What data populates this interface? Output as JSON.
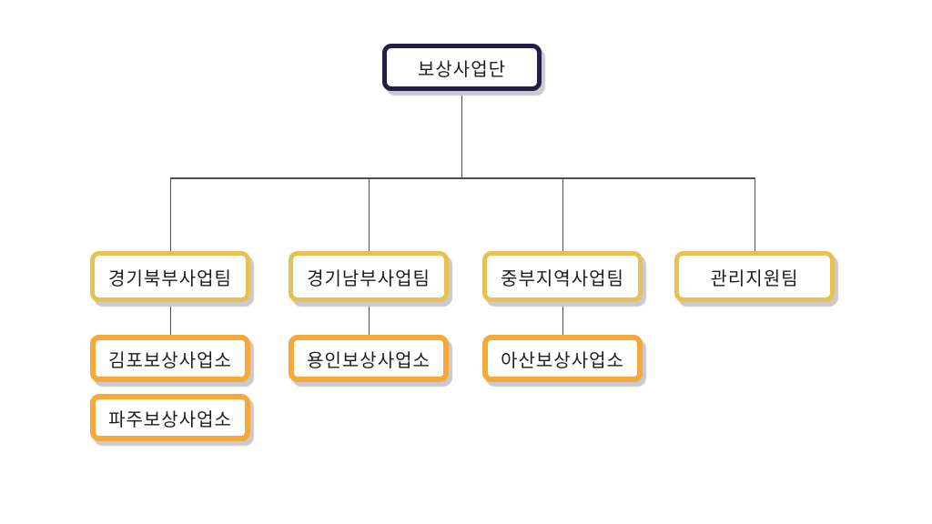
{
  "org_chart": {
    "root": {
      "label": "보상사업단"
    },
    "teams": [
      {
        "label": "경기북부사업팀",
        "offices": [
          "김포보상사업소",
          "파주보상사업소"
        ]
      },
      {
        "label": "경기남부사업팀",
        "offices": [
          "용인보상사업소"
        ]
      },
      {
        "label": "중부지역사업팀",
        "offices": [
          "아산보상사업소"
        ]
      },
      {
        "label": "관리지원팀",
        "offices": []
      }
    ],
    "colors": {
      "root_border": "#241e46",
      "team_border": "#e9c052",
      "office_border": "#f5a93a",
      "connector": "#4f4f52",
      "shadow": "#c9c9cf",
      "background": "#ffffff"
    }
  }
}
